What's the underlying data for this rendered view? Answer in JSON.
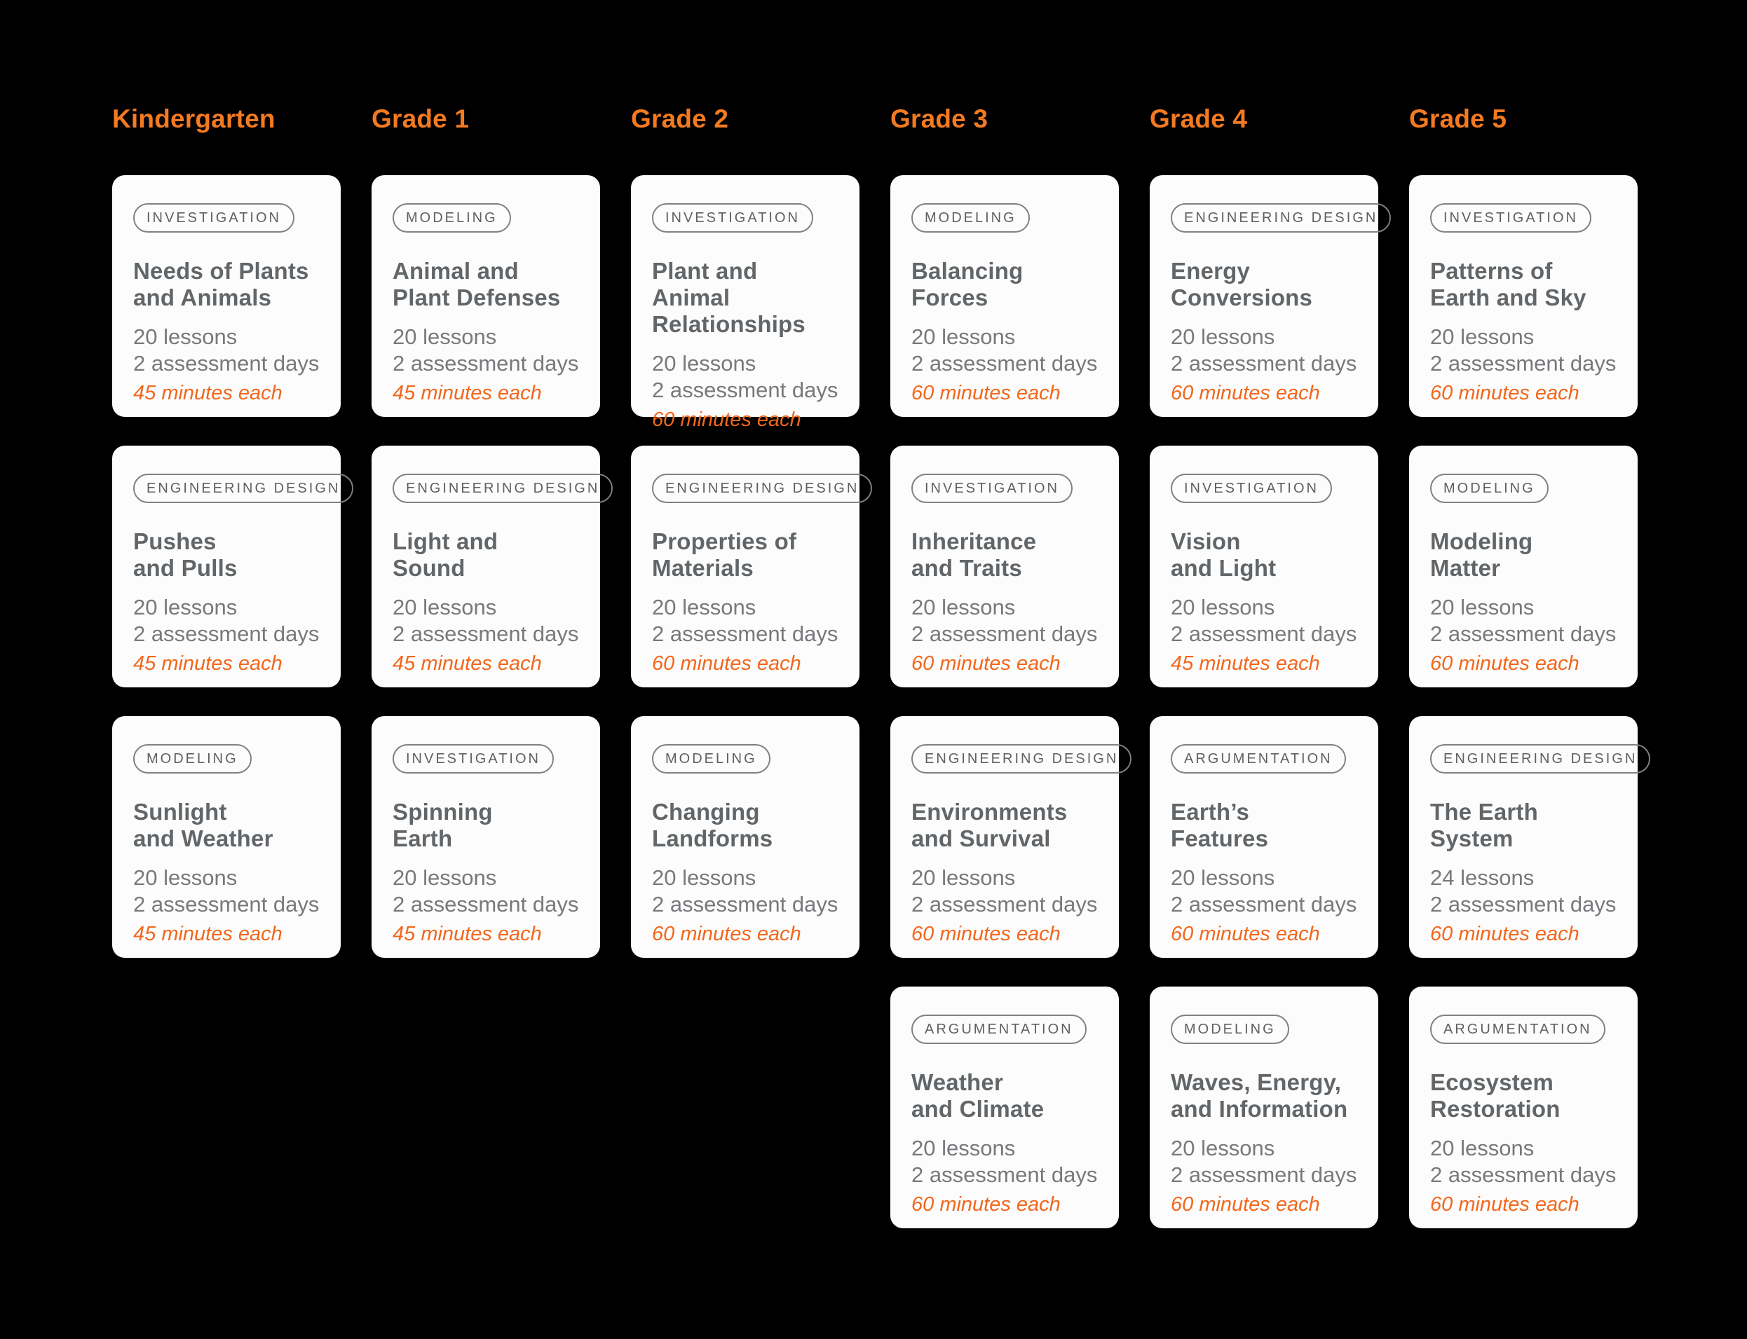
{
  "palette": {
    "background": "#000000",
    "card_background": "#FCFCFC",
    "heading_orange": "#F37A21",
    "minutes_orange": "#F2671C",
    "title_gray": "#626669",
    "meta_gray": "#77797C",
    "badge_gray": "#5E6062",
    "badge_border": "#7F8183"
  },
  "columns": [
    {
      "header": "Kindergarten",
      "cards": [
        {
          "badge": "INVESTIGATION",
          "title": "Needs of Plants\nand Animals",
          "lessons": "20 lessons",
          "assessment": "2 assessment days",
          "minutes": "45 minutes each"
        },
        {
          "badge": "ENGINEERING DESIGN",
          "title": "Pushes\nand Pulls",
          "lessons": "20 lessons",
          "assessment": "2 assessment days",
          "minutes": "45 minutes each"
        },
        {
          "badge": "MODELING",
          "title": "Sunlight\nand Weather",
          "lessons": "20 lessons",
          "assessment": "2 assessment days",
          "minutes": "45 minutes each"
        }
      ]
    },
    {
      "header": "Grade 1",
      "cards": [
        {
          "badge": "MODELING",
          "title": "Animal and\nPlant Defenses",
          "lessons": "20 lessons",
          "assessment": "2 assessment days",
          "minutes": "45 minutes each"
        },
        {
          "badge": "ENGINEERING DESIGN",
          "title": "Light and\nSound",
          "lessons": "20 lessons",
          "assessment": "2 assessment days",
          "minutes": "45 minutes each"
        },
        {
          "badge": "INVESTIGATION",
          "title": "Spinning\nEarth",
          "lessons": "20 lessons",
          "assessment": "2 assessment days",
          "minutes": "45 minutes each"
        }
      ]
    },
    {
      "header": "Grade 2",
      "cards": [
        {
          "badge": "INVESTIGATION",
          "title": "Plant and Animal\nRelationships",
          "lessons": "20 lessons",
          "assessment": "2 assessment days",
          "minutes": "60 minutes each"
        },
        {
          "badge": "ENGINEERING DESIGN",
          "title": "Properties of\nMaterials",
          "lessons": "20 lessons",
          "assessment": "2 assessment days",
          "minutes": "60 minutes each"
        },
        {
          "badge": "MODELING",
          "title": "Changing\nLandforms",
          "lessons": "20 lessons",
          "assessment": "2 assessment days",
          "minutes": "60 minutes each"
        }
      ]
    },
    {
      "header": "Grade 3",
      "cards": [
        {
          "badge": "MODELING",
          "title": "Balancing\nForces",
          "lessons": "20 lessons",
          "assessment": "2 assessment days",
          "minutes": "60 minutes each"
        },
        {
          "badge": "INVESTIGATION",
          "title": "Inheritance\nand Traits",
          "lessons": "20 lessons",
          "assessment": "2 assessment days",
          "minutes": "60 minutes each"
        },
        {
          "badge": "ENGINEERING DESIGN",
          "title": "Environments\nand Survival",
          "lessons": "20 lessons",
          "assessment": "2 assessment days",
          "minutes": "60 minutes each"
        },
        {
          "badge": "ARGUMENTATION",
          "title": "Weather\nand Climate",
          "lessons": "20 lessons",
          "assessment": "2 assessment days",
          "minutes": "60 minutes each"
        }
      ]
    },
    {
      "header": "Grade 4",
      "cards": [
        {
          "badge": "ENGINEERING DESIGN",
          "title": "Energy\nConversions",
          "lessons": "20 lessons",
          "assessment": "2 assessment days",
          "minutes": "60 minutes each"
        },
        {
          "badge": "INVESTIGATION",
          "title": "Vision\nand Light",
          "lessons": "20 lessons",
          "assessment": "2 assessment days",
          "minutes": "45 minutes each"
        },
        {
          "badge": "ARGUMENTATION",
          "title": "Earth’s\nFeatures",
          "lessons": "20 lessons",
          "assessment": "2 assessment days",
          "minutes": "60 minutes each"
        },
        {
          "badge": "MODELING",
          "title": "Waves, Energy,\nand Information",
          "lessons": "20 lessons",
          "assessment": "2 assessment days",
          "minutes": "60 minutes each"
        }
      ]
    },
    {
      "header": "Grade 5",
      "cards": [
        {
          "badge": "INVESTIGATION",
          "title": "Patterns of\nEarth and Sky",
          "lessons": "20 lessons",
          "assessment": "2 assessment days",
          "minutes": "60 minutes each"
        },
        {
          "badge": "MODELING",
          "title": "Modeling\nMatter",
          "lessons": "20 lessons",
          "assessment": "2 assessment days",
          "minutes": "60 minutes each"
        },
        {
          "badge": "ENGINEERING DESIGN",
          "title": "The Earth\nSystem",
          "lessons": "24 lessons",
          "assessment": "2 assessment days",
          "minutes": "60 minutes each"
        },
        {
          "badge": "ARGUMENTATION",
          "title": "Ecosystem\nRestoration",
          "lessons": "20 lessons",
          "assessment": "2 assessment days",
          "minutes": "60 minutes each"
        }
      ]
    }
  ]
}
